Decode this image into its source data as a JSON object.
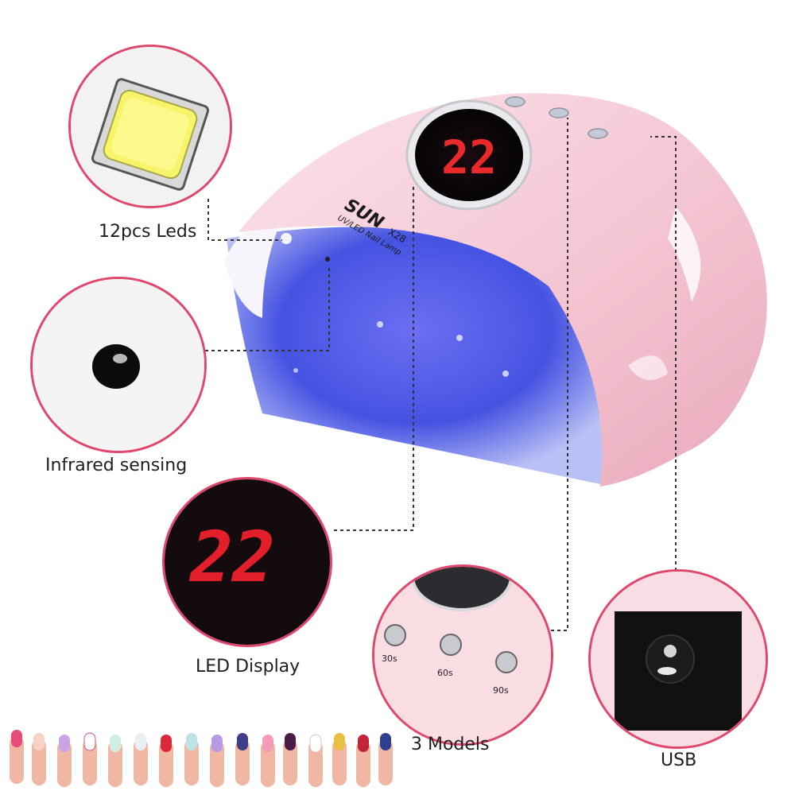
{
  "product": {
    "brand": "SUN",
    "model": "X28",
    "subtitle": "UV/LED Nail Lamp",
    "display_value": "22",
    "body_color": "#f6cdd8",
    "uv_color": "#4b57e6"
  },
  "callouts": {
    "leds": {
      "label": "12pcs Leds",
      "icon": "led-chip-icon"
    },
    "sensor": {
      "label": "Infrared sensing",
      "icon": "infrared-sensor-icon"
    },
    "display": {
      "label": "LED Display",
      "icon": "led-display-icon"
    },
    "modes": {
      "label": "3 Models",
      "icon": "timer-buttons-icon",
      "buttons": [
        "30s",
        "60s",
        "90s"
      ]
    },
    "usb": {
      "label": "USB",
      "icon": "usb-port-icon"
    }
  },
  "accent_color": "#e0476d"
}
